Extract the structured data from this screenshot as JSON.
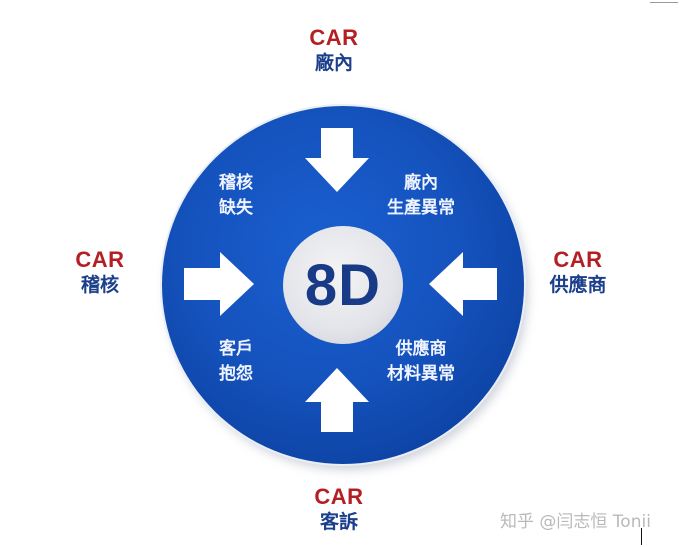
{
  "diagram": {
    "center_label": "8D",
    "sources": [
      {
        "id": "top",
        "car": "CAR",
        "label": "廠內"
      },
      {
        "id": "left",
        "car": "CAR",
        "label": "稽核"
      },
      {
        "id": "right",
        "car": "CAR",
        "label": "供應商"
      },
      {
        "id": "bottom",
        "car": "CAR",
        "label": "客訴"
      }
    ],
    "issues": [
      {
        "id": "top-left",
        "line1": "稽核",
        "line2": "缺失"
      },
      {
        "id": "top-right",
        "line1": "廠內",
        "line2": "生產異常"
      },
      {
        "id": "bottom-left",
        "line1": "客戶",
        "line2": "抱怨"
      },
      {
        "id": "bottom-right",
        "line1": "供應商",
        "line2": "材料異常"
      }
    ],
    "arrows": [
      "arrow-down",
      "arrow-right",
      "arrow-left",
      "arrow-up"
    ],
    "colors": {
      "car_red": "#b41f24",
      "source_blue": "#1c3f8c",
      "disc_blue": "#1553be",
      "core_gray": "#e3e4e9",
      "center_text": "#183a87"
    }
  },
  "watermark": "知乎 @闫志恒 Tonii"
}
